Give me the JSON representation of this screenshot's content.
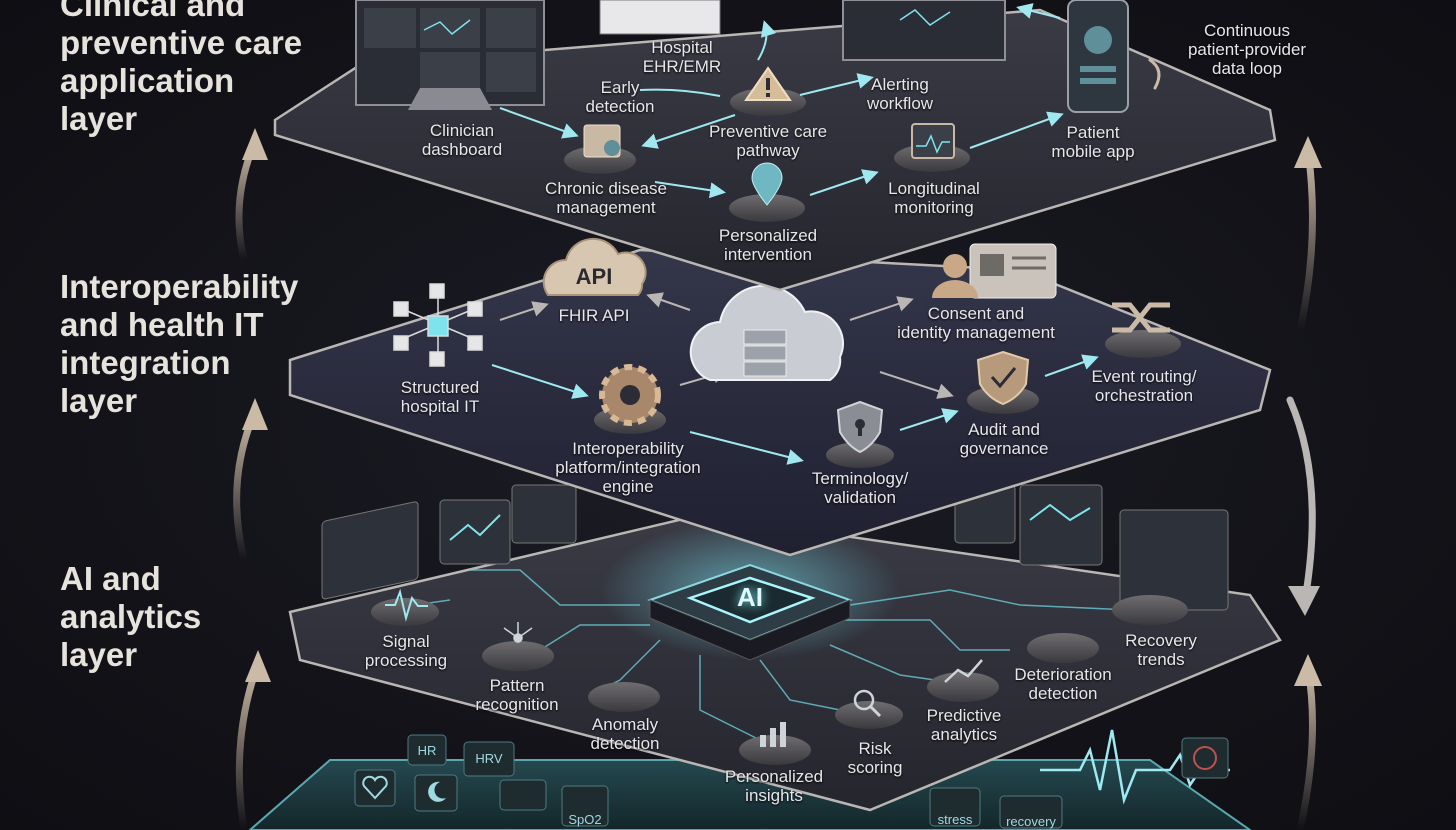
{
  "layers": {
    "application": {
      "title": "Clinical and\npreventive care\napplication\nlayer"
    },
    "interoperability": {
      "title": "Interoperability\nand health IT\nintegration\nlayer"
    },
    "analytics": {
      "title": "AI and\nanalytics\nlayer"
    }
  },
  "application_nodes": {
    "hospital_ehr": "Hospital\nEHR/EMR",
    "early_detection": "Early\ndetection",
    "alerting_workflow": "Alerting\nworkflow",
    "continuous_loop": "Continuous\npatient-provider\ndata loop",
    "clinician_dashboard": "Clinician\ndashboard",
    "preventive_pathway": "Preventive care\npathway",
    "patient_app": "Patient\nmobile app",
    "chronic_disease": "Chronic disease\nmanagement",
    "longitudinal": "Longitudinal\nmonitoring",
    "personalized_intervention": "Personalized\nintervention"
  },
  "integration_nodes": {
    "api_badge": "API",
    "fhir_api": "FHIR API",
    "consent": "Consent and\nidentity management",
    "structured_it": "Structured\nhospital IT",
    "event_routing": "Event routing/\norchestration",
    "audit": "Audit and\ngovernance",
    "integration_engine": "Interoperability\nplatform/integration\nengine",
    "terminology": "Terminology/\nvalidation"
  },
  "analytics_nodes": {
    "ai_chip": "AI",
    "signal_processing": "Signal\nprocessing",
    "pattern_recognition": "Pattern\nrecognition",
    "anomaly_detection": "Anomaly\ndetection",
    "personalized_insights": "Personalized\ninsights",
    "risk_scoring": "Risk\nscoring",
    "predictive_analytics": "Predictive\nanalytics",
    "deterioration": "Deterioration\ndetection",
    "recovery_trends": "Recovery\ntrends"
  },
  "sensor_tiles": {
    "hrv": "HRV",
    "hr": "HR",
    "spo2": "SpO2",
    "stress": "stress",
    "recovery": "recovery"
  },
  "icons": [
    "monitor-icon",
    "warning-icon",
    "calendar-icon",
    "location-pin-icon",
    "phone-icon",
    "cloud-icon",
    "database-icon",
    "gear-icon",
    "shield-lock-icon",
    "shield-check-icon",
    "id-card-icon",
    "shuffle-icon",
    "cube-network-icon",
    "ai-chip-icon",
    "waveform-icon",
    "network-icon",
    "bar-chart-icon",
    "magnifier-icon",
    "trend-chart-icon",
    "heart-icon",
    "moon-icon"
  ],
  "colors": {
    "background": "#131319",
    "platform": "#2b2c35",
    "platform_edge": "#b9b6b3",
    "accent_cyan": "#7fe3ee",
    "arrow_beige": "#cbbba6",
    "label_text": "#e6e2dc"
  }
}
